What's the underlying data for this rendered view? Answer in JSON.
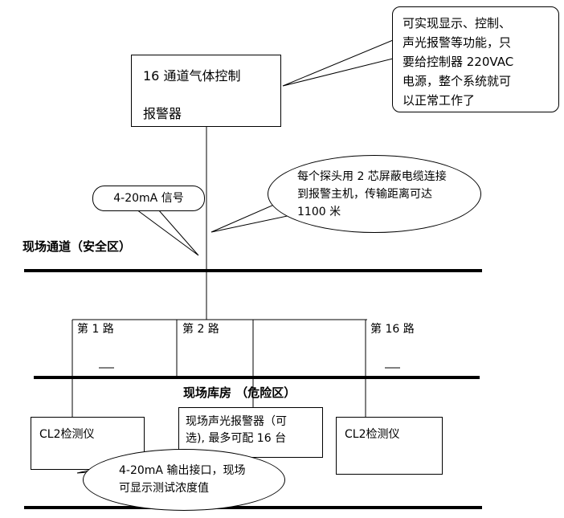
{
  "canvas": {
    "bg": "#ffffff",
    "line_color": "#000000"
  },
  "controller_box": {
    "line1": "16 通道气体控制",
    "line2": "报警器"
  },
  "callouts": {
    "function": "可实现显示、控制、\n声光报警等功能，只\n要给控制器 220VAC\n电源，整个系统就可\n以正常工作了",
    "cable": "每个探头用 2 芯屏蔽电缆连接\n到报警主机，传输距离可达\n1100 米",
    "signal": "4-20mA 信号",
    "output": "4-20mA 输出接口，现场\n可显示测试浓度值"
  },
  "zones": {
    "safe": "现场通道（安全区）",
    "danger": "现场库房 （危险区）"
  },
  "channels": [
    "第 1 路",
    "第 2 路",
    "第 16 路"
  ],
  "devices": {
    "detector_left": "CL2检测仪",
    "alarm": "现场声光报警器（可\n选), 最多可配 16 台",
    "detector_right": "CL2检测仪"
  }
}
